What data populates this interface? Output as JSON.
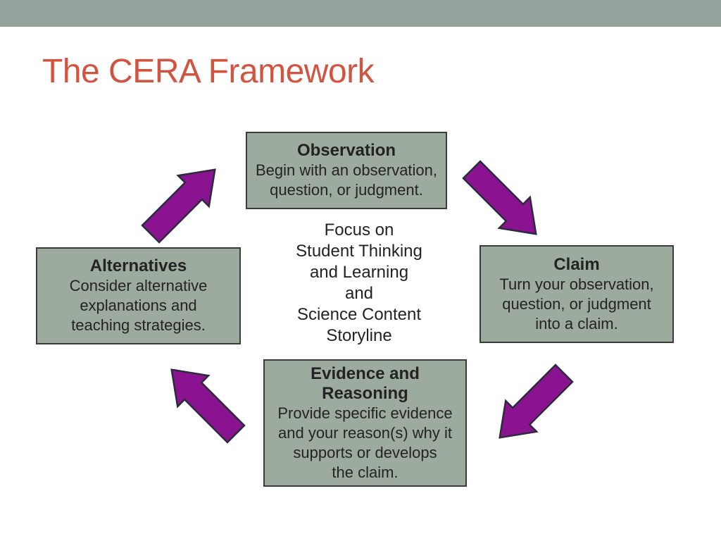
{
  "slide_title": "The CERA Framework",
  "theme": {
    "top_bar_color": "#94a29b",
    "title_color": "#d0543f",
    "box_fill": "#9dab9f",
    "box_border": "#3b3b3b",
    "text_color": "#232323",
    "arrow_fill": "#8a1490",
    "arrow_outline": "#2e2a3e",
    "background": "#ffffff"
  },
  "boxes": {
    "observation": {
      "heading": "Observation",
      "body_lines": [
        "Begin with an observation,",
        "question, or judgment."
      ]
    },
    "claim": {
      "heading": "Claim",
      "body_lines": [
        "Turn your observation,",
        "question, or judgment",
        "into a claim."
      ]
    },
    "evidence": {
      "heading": "Evidence and Reasoning",
      "body_lines": [
        "Provide specific evidence",
        "and your reason(s) why it",
        "supports or develops",
        "the claim."
      ]
    },
    "alternatives": {
      "heading": "Alternatives",
      "body_lines": [
        "Consider alternative",
        "explanations and",
        "teaching strategies."
      ]
    }
  },
  "center_text": {
    "lines": [
      "Focus on",
      "Student Thinking",
      "and Learning",
      "and",
      "Science Content",
      "Storyline"
    ]
  },
  "arrows": [
    {
      "name": "alternatives-to-observation",
      "direction": "northeast"
    },
    {
      "name": "observation-to-claim",
      "direction": "southeast"
    },
    {
      "name": "claim-to-evidence",
      "direction": "southwest"
    },
    {
      "name": "evidence-to-alternatives",
      "direction": "northwest"
    }
  ]
}
